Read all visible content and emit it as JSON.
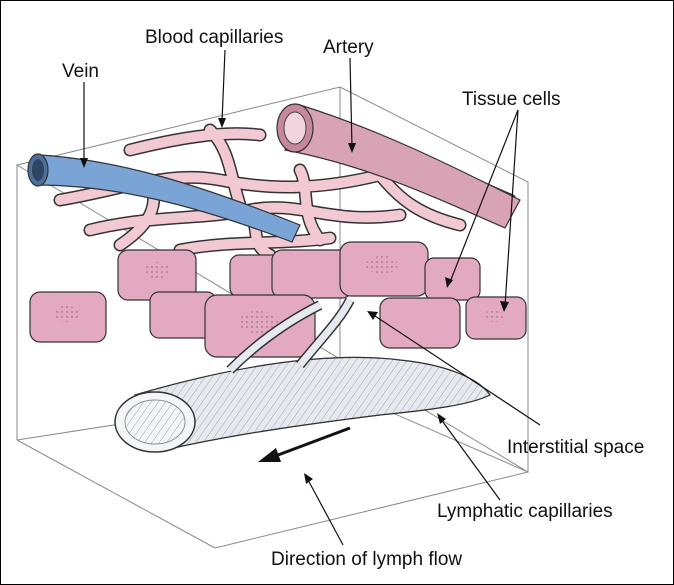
{
  "labels": {
    "vein": "Vein",
    "blood_capillaries": "Blood capillaries",
    "artery": "Artery",
    "tissue_cells": "Tissue cells",
    "interstitial_space": "Interstitial space",
    "lymphatic_capillaries": "Lymphatic capillaries",
    "direction_of_lymph_flow": "Direction of lymph flow"
  },
  "colors": {
    "vein": "#7aa3d6",
    "artery": "#d9a3b6",
    "capillary": "#f2c9d2",
    "tissue_cell": "#e2a9c0",
    "lymphatic": "#e6e9ef",
    "box_line": "#8a8a8a",
    "outline": "#333333"
  }
}
